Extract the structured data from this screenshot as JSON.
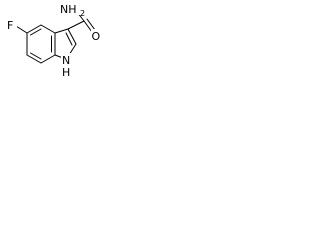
{
  "molecule": {
    "atoms": {
      "fluorine": "F",
      "amide_nitrogen": "NH",
      "amide_nitrogen_h_count": "2",
      "carbonyl_oxygen": "O",
      "indole_nitrogen": "N",
      "indole_nitrogen_h": "H"
    },
    "colors": {
      "bond": "#000000",
      "label": "#000000",
      "background": "#ffffff"
    }
  }
}
